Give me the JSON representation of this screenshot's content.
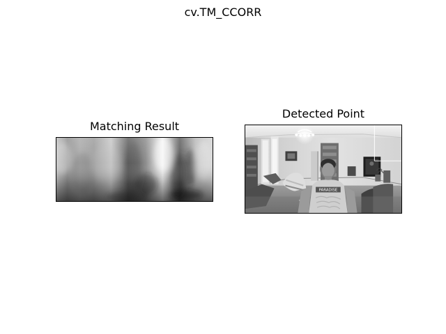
{
  "figure": {
    "suptitle": "cv.TM_CCORR"
  },
  "panels": {
    "left": {
      "title": "Matching Result"
    },
    "right": {
      "title": "Detected Point",
      "overlay_text": "PARADISE"
    }
  },
  "colors": {
    "figure_background": "#ffffff",
    "axes_border": "#000000",
    "marker_rectangle": "#ffffff"
  }
}
